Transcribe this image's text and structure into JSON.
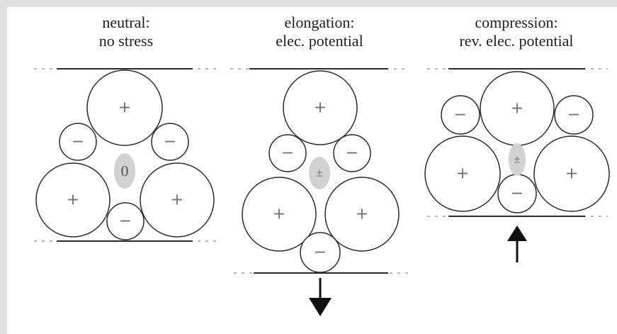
{
  "panels": [
    {
      "title_line1": "neutral:",
      "title_line2": "no stress",
      "center_label": "0",
      "large_sign": "+",
      "small_sign": "−",
      "force": "none"
    },
    {
      "title_line1": "elongation:",
      "title_line2": "elec. potential",
      "center_label": "±",
      "large_sign": "+",
      "small_sign": "−",
      "force": "down"
    },
    {
      "title_line1": "compression:",
      "title_line2": "rev. elec. potential",
      "center_label": "±",
      "large_sign": "+",
      "small_sign": "−",
      "force": "up"
    }
  ]
}
